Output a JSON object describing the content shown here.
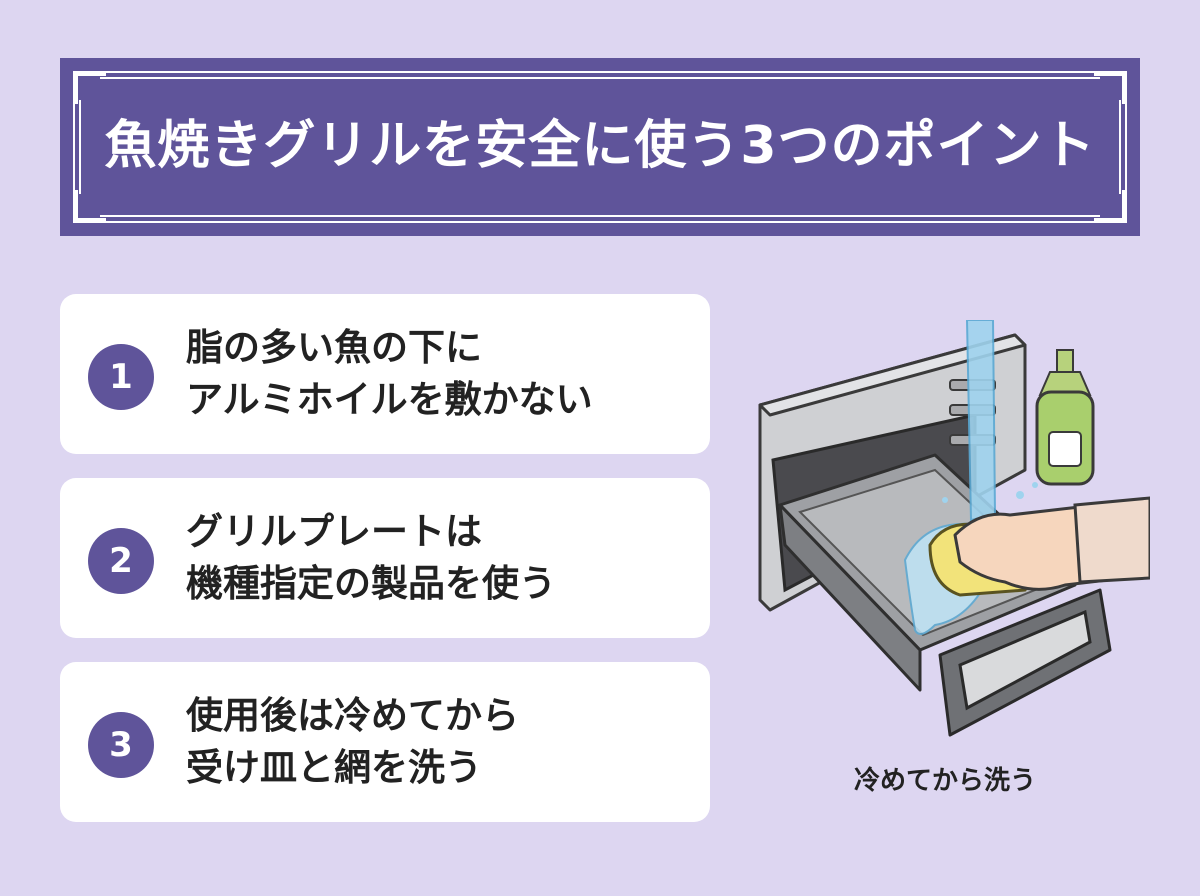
{
  "banner": {
    "title": "魚焼きグリルを安全に使う3つのポイント"
  },
  "points": [
    {
      "number": "1",
      "line1": "脂の多い魚の下に",
      "line2": "アルミホイルを敷かない"
    },
    {
      "number": "2",
      "line1": "グリルプレートは",
      "line2": "機種指定の製品を使う"
    },
    {
      "number": "3",
      "line1": "使用後は冷めてから",
      "line2": "受け皿と網を洗う"
    }
  ],
  "illustration": {
    "caption": "冷めてから洗う",
    "icons": [
      "grill-icon",
      "water-stream-icon",
      "detergent-bottle-icon",
      "sponge-icon",
      "hand-icon"
    ]
  },
  "colors": {
    "background": "#ddd6f1",
    "accent": "#5f549a",
    "card": "#ffffff",
    "text": "#222222"
  }
}
